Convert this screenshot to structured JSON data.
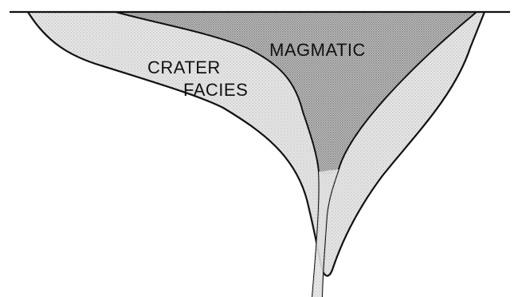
{
  "labels": {
    "magmatic": "MAGMATIC",
    "crater_line1": "CRATER",
    "crater_line2": "FACIES"
  },
  "colors": {
    "outline": "#111111",
    "crater_fill": "#e3e3e3",
    "magmatic_fill": "#b9b9b9",
    "background": "#ffffff"
  }
}
